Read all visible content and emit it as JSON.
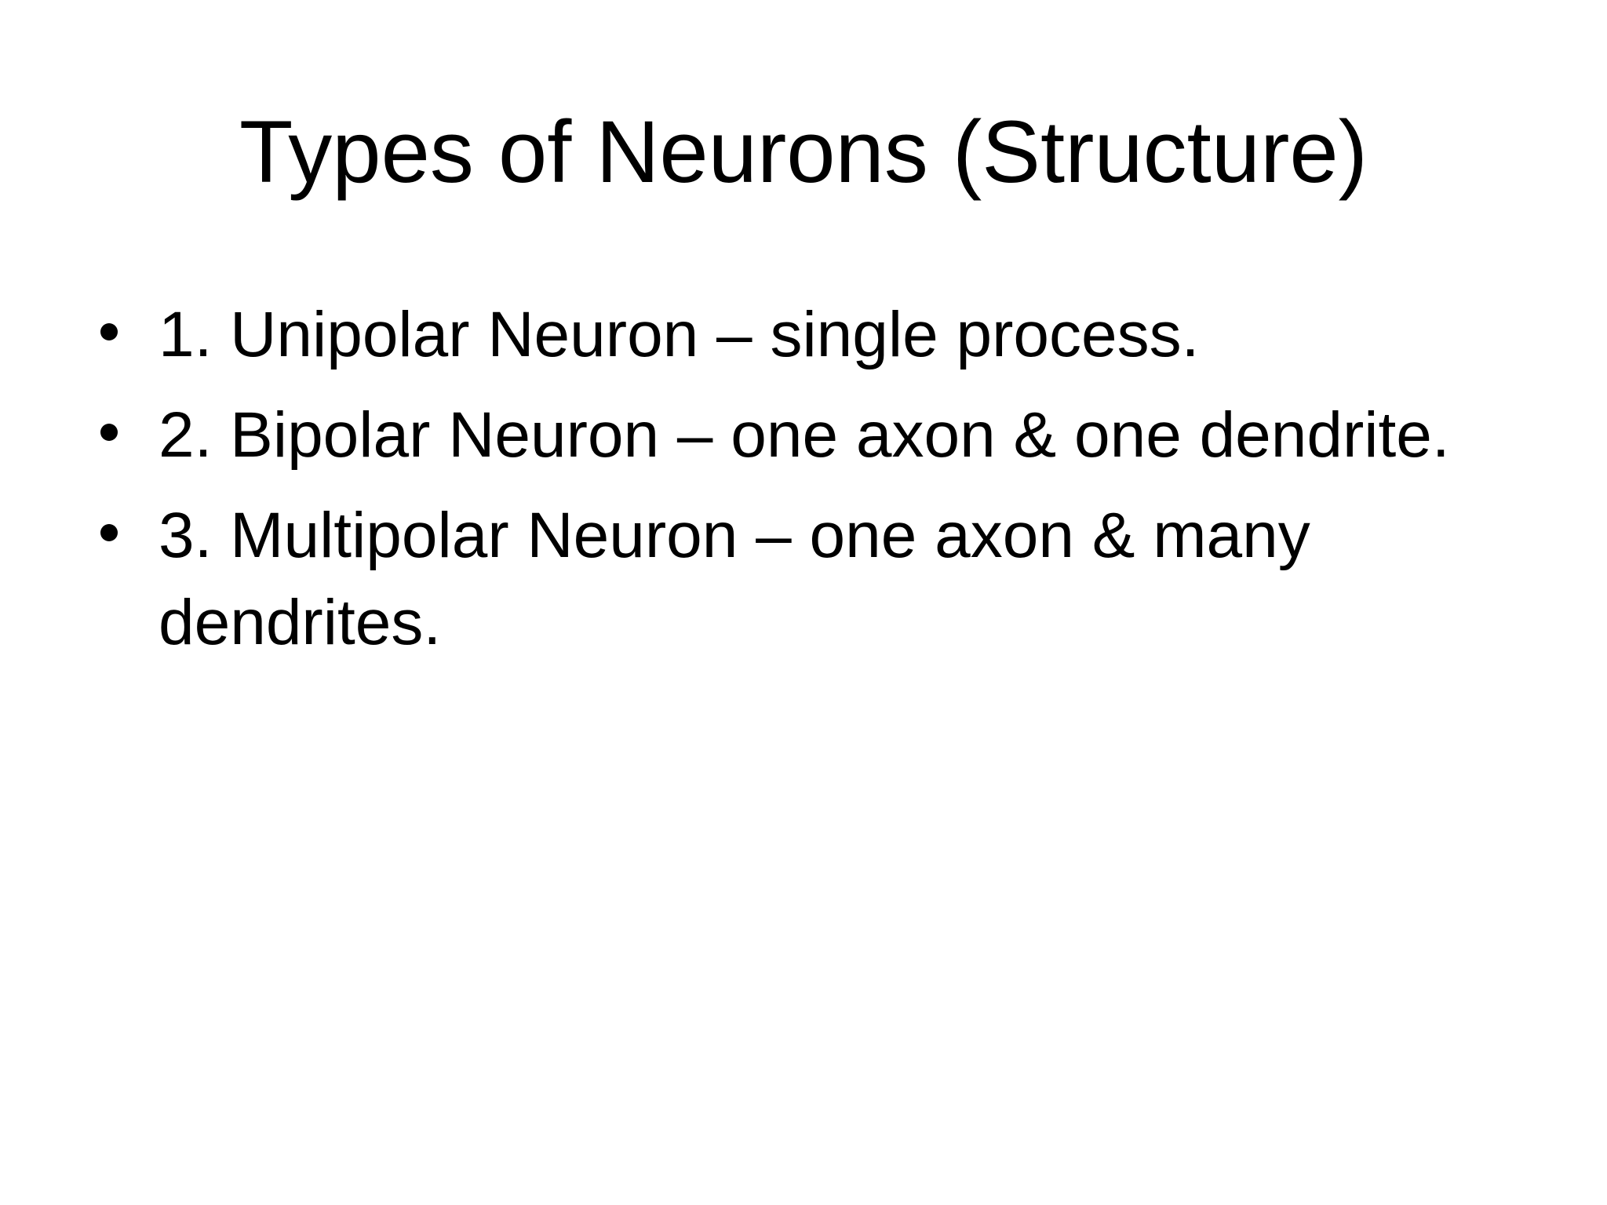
{
  "slide": {
    "title": "Types of Neurons (Structure)",
    "bullets": [
      "1. Unipolar Neuron – single process.",
      "2. Bipolar Neuron – one axon & one dendrite.",
      "3. Multipolar Neuron – one axon & many dendrites."
    ],
    "background_color": "#ffffff",
    "text_color": "#000000"
  }
}
